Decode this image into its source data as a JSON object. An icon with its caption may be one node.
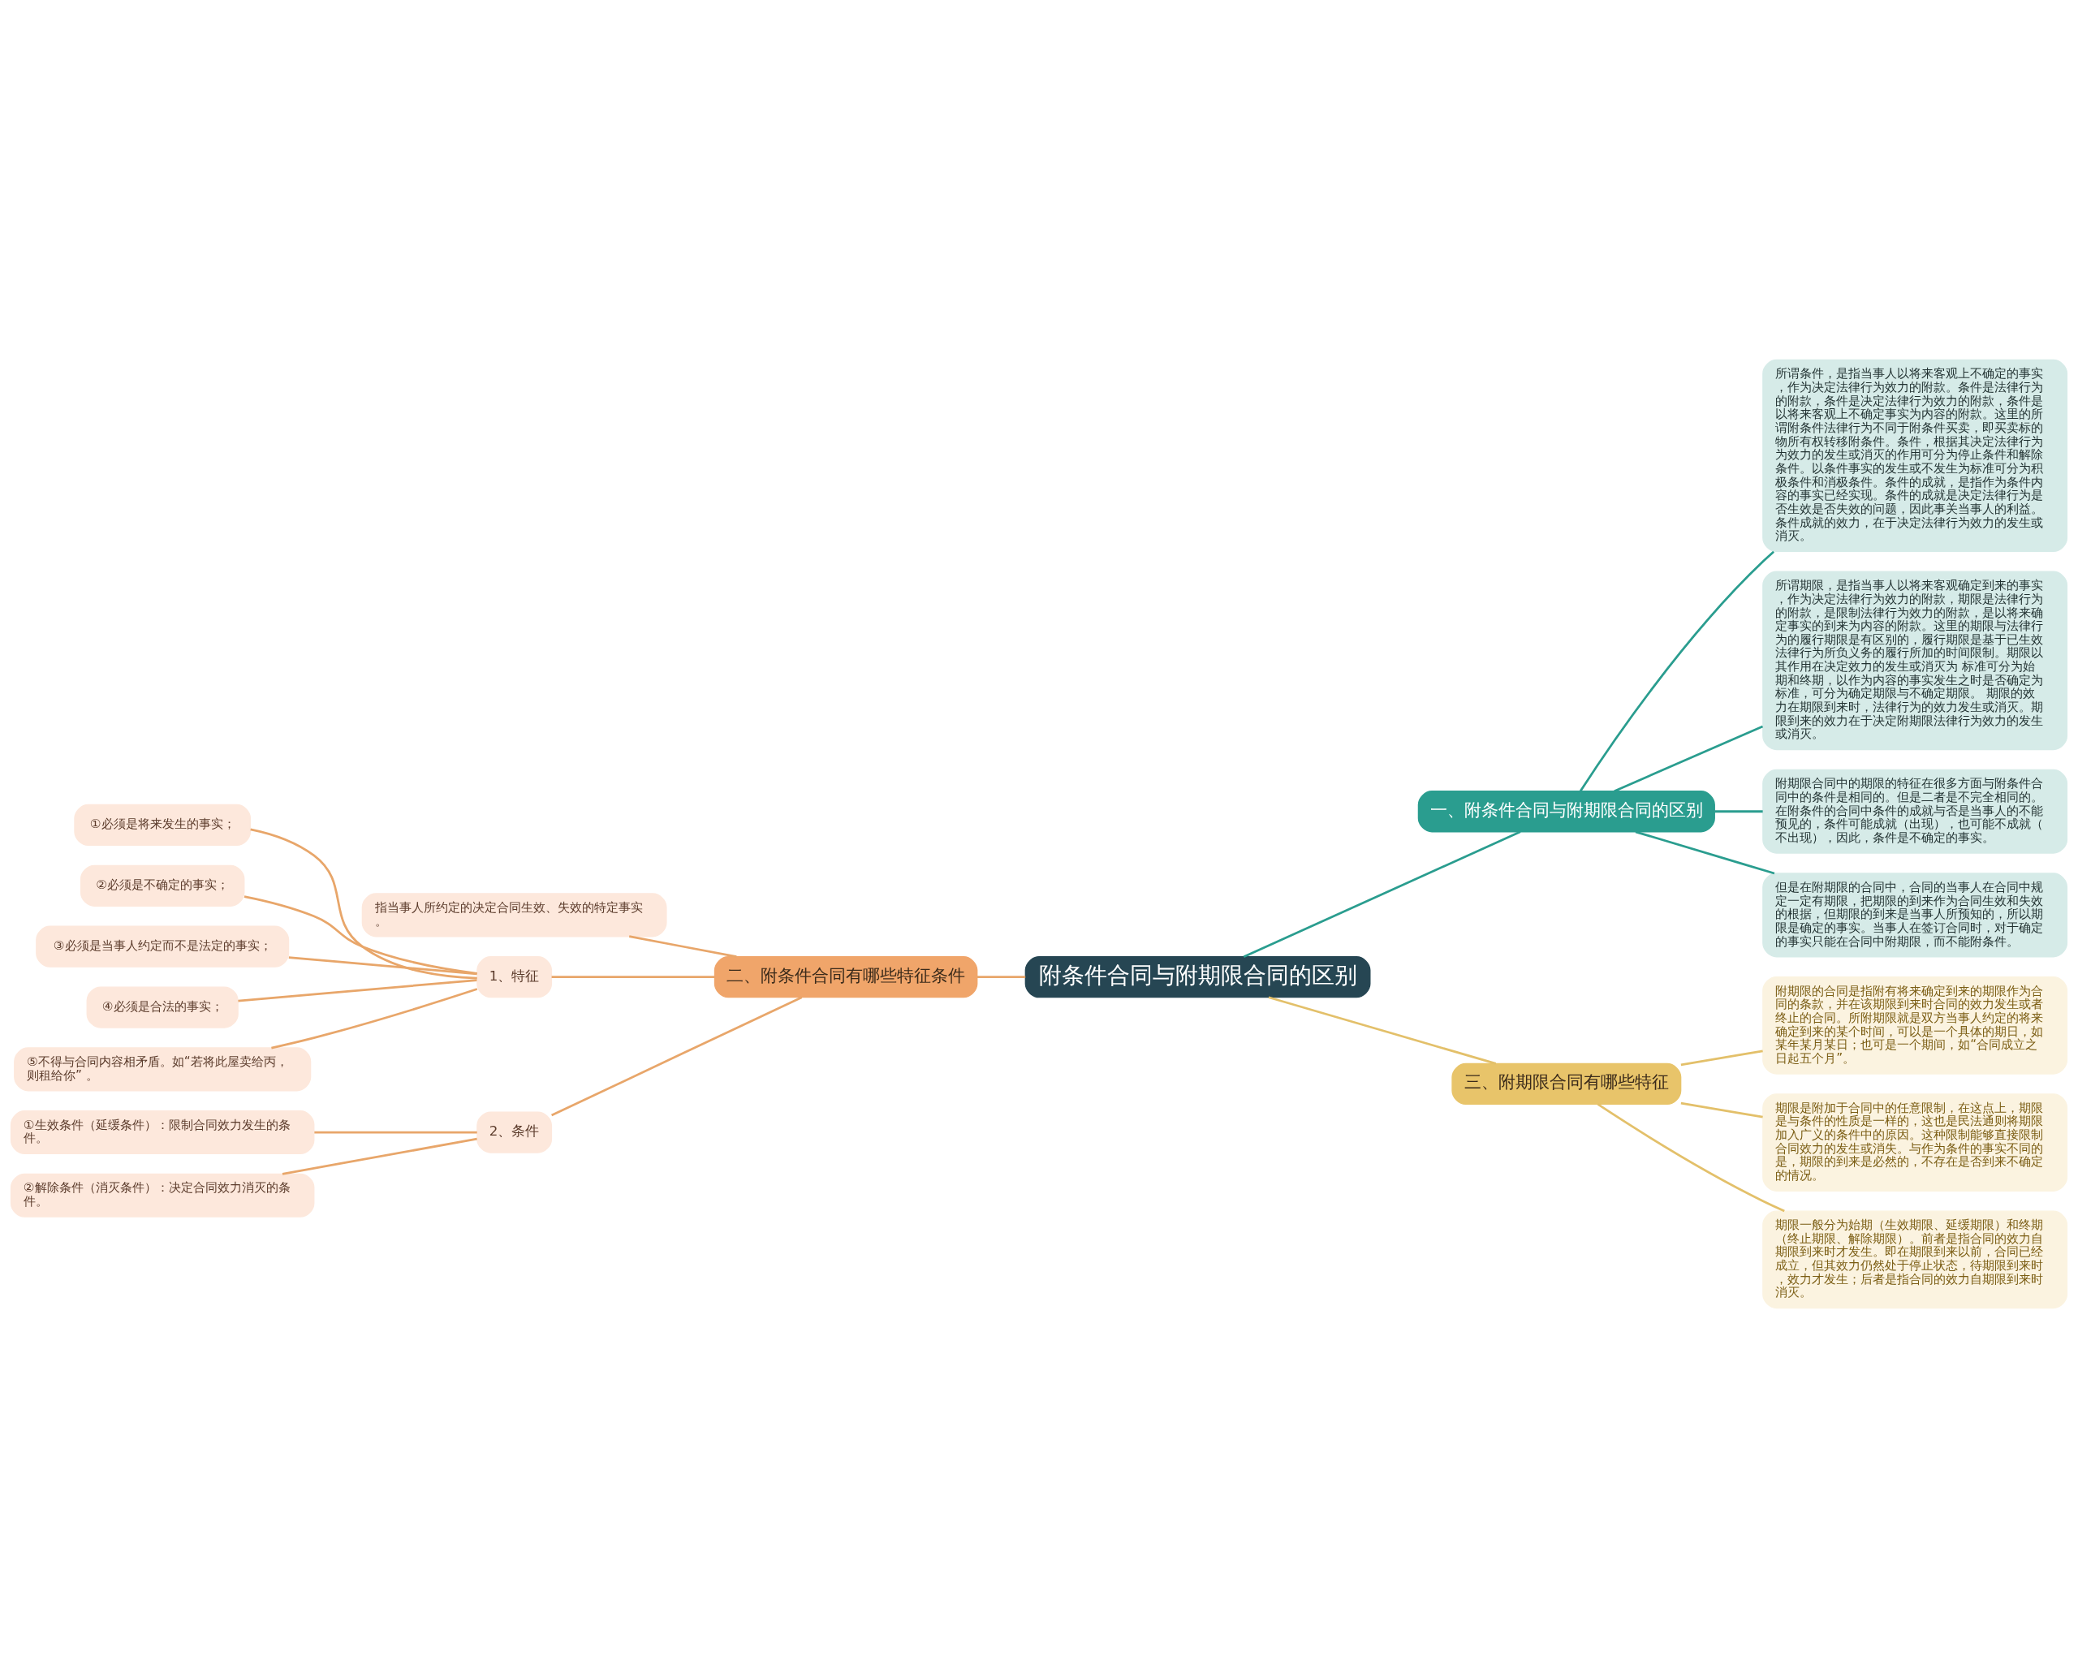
{
  "diagram": {
    "nodes": [
      {
        "text": [
          "附条件合同与附期限合同的区别"
        ]
      },
      {
        "text": [
          "一、附条件合同与附期限合同的区别"
        ]
      },
      {
        "text": [
          "所谓条件，是指当事人以将来客观上不确定的事实，作为决定法律行为效力的附款。条件是法律行为的附款，条件是决定法律行为效力的附款，条件是以将来客观上不确定事实为内容的附款。这里的所谓附条件法律行为不同于附条件买卖，即买卖标的物所有权转移附条件。条件，根据其决定法律行为为效力的发生或消灭的作用可分为停止条件和解除条件。以条件事实的发生或不发生为标准可分为积极条件和消极条件。条件的成就，是指作为条件内容的事实已经实现。条件的成就是决定法律行为是否生效是否失效的问题，因此事关当事人的利益。条件成就的效力，在于决定法律行为效力的发生或消灭。"
        ]
      },
      {
        "text": [
          "所谓期限，是指当事人以将来客观确定到来的事实，作为决定法律行为效力的附款，期限是法律行为的附款，是限制法律行为效力的附款，是以将来确定事实的到来为内容的附款。这里的期限与法律行为的履行期限是有区别的，履行期限是基于已生效法律行为所负义务的履行所加的时间限制。期限以其作用在决定效力的发生或消灭为 标准可分为始期和终期，以作为内容的事实发生之时是否确定为标准，可分为确定期限与不确定期限。 期限的效力在期限到来时，法律行为的效力发生或消灭。期限到来的效力在于决定附期限法律行为效力的发生或消灭。"
        ]
      },
      {
        "text": [
          "附期限合同中的期限的特征在很多方面与附条件合同中的条件是相同的。但是二者是不完全相同的。在附条件的合同中条件的成就与否是当事人的不能预见的，条件可能成就（出现），也可能不成就（不出现），因此，条件是不确定的事实。"
        ]
      },
      {
        "text": [
          "但是在附期限的合同中，合同的当事人在合同中规定一定有期限，把期限的到来作为合同生效和失效的根据，但期限的到来是当事人所预知的，所以期限是确定的事实。当事人在签订合同时，对于确定的事实只能在合同中附期限，而不能附条件。"
        ]
      },
      {
        "text": [
          "二、附条件合同有哪些特征条件"
        ]
      },
      {
        "text": [
          "指当事人所约定的决定合同生效、失效的特定事实。"
        ]
      },
      {
        "text": [
          "1、特征"
        ]
      },
      {
        "text": [
          "①必须是将来发生的事实；"
        ]
      },
      {
        "text": [
          "②必须是不确定的事实；"
        ]
      },
      {
        "text": [
          "③必须是当事人约定而不是法定的事实；"
        ]
      },
      {
        "text": [
          "④必须是合法的事实；"
        ]
      },
      {
        "text": [
          "⑤不得与合同内容相矛盾。如“若将此屋卖给丙，则租给你” 。"
        ]
      },
      {
        "text": [
          "2、条件"
        ]
      },
      {
        "text": [
          "①生效条件（延缓条件）：限制合同效力发生的条件。"
        ]
      },
      {
        "text": [
          "②解除条件（消灭条件）：决定合同效力消灭的条件。"
        ]
      },
      {
        "text": [
          "三、附期限合同有哪些特征"
        ]
      },
      {
        "text": [
          "附期限的合同是指附有将来确定到来的期限作为合同的条款，并在该期限到来时合同的效力发生或者终止的合同。所附期限就是双方当事人约定的将来确定到来的某个时间，可以是一个具体的期日，如某年某月某日；也可是一个期间，如“合同成立之日起五个月”。"
        ]
      },
      {
        "text": [
          "期限是附加于合同中的任意限制，在这点上，期限是与条件的性质是一样的，这也是民法通则将期限加入广义的条件中的原因。这种限制能够直接限制合同效力的发生或消失。与作为条件的事实不同的是，期限的到来是必然的，不存在是否到来不确定的情况。"
        ]
      },
      {
        "text": [
          "期限一般分为始期（生效期限、延缓期限）和终期（终止期限、解除期限）。前者是指合同的效力自期限到来时才发生。即在期限到来以前，合同已经成立，但其效力仍然处于停止状态，待期限到来时，效力才发生；后者是指合同的效力自期限到来时消灭。"
        ]
      }
    ],
    "edges": [
      {
        "from": 0,
        "to": 1,
        "arrow": "none",
        "color": "#2a9d8f"
      },
      {
        "from": 1,
        "to": 2,
        "arrow": "none",
        "color": "#2a9d8f"
      },
      {
        "from": 1,
        "to": 3,
        "arrow": "none",
        "color": "#2a9d8f"
      },
      {
        "from": 1,
        "to": 4,
        "arrow": "none",
        "color": "#2a9d8f"
      },
      {
        "from": 1,
        "to": 5,
        "arrow": "none",
        "color": "#2a9d8f"
      },
      {
        "from": 6,
        "to": 0,
        "arrow": "none"
      },
      {
        "from": 7,
        "to": 6,
        "arrow": "none"
      },
      {
        "from": 8,
        "to": 6,
        "arrow": "none"
      },
      {
        "from": 9,
        "to": 8,
        "arrow": "none"
      },
      {
        "from": 10,
        "to": 8,
        "arrow": "none"
      },
      {
        "from": 11,
        "to": 8,
        "arrow": "none"
      },
      {
        "from": 12,
        "to": 8,
        "arrow": "none"
      },
      {
        "from": 13,
        "to": 8,
        "arrow": "none"
      },
      {
        "from": 14,
        "to": 6,
        "arrow": "none"
      },
      {
        "from": 15,
        "to": 14,
        "arrow": "none"
      },
      {
        "from": 16,
        "to": 14,
        "arrow": "none"
      },
      {
        "from": 0,
        "to": 17,
        "arrow": "none",
        "color": "#e3c06a"
      },
      {
        "from": 17,
        "to": 18,
        "arrow": "none",
        "color": "#e3c06a"
      },
      {
        "from": 17,
        "to": 19,
        "arrow": "none",
        "color": "#e3c06a"
      },
      {
        "from": 17,
        "to": 20,
        "arrow": "none",
        "color": "#e3c06a"
      }
    ]
  }
}
